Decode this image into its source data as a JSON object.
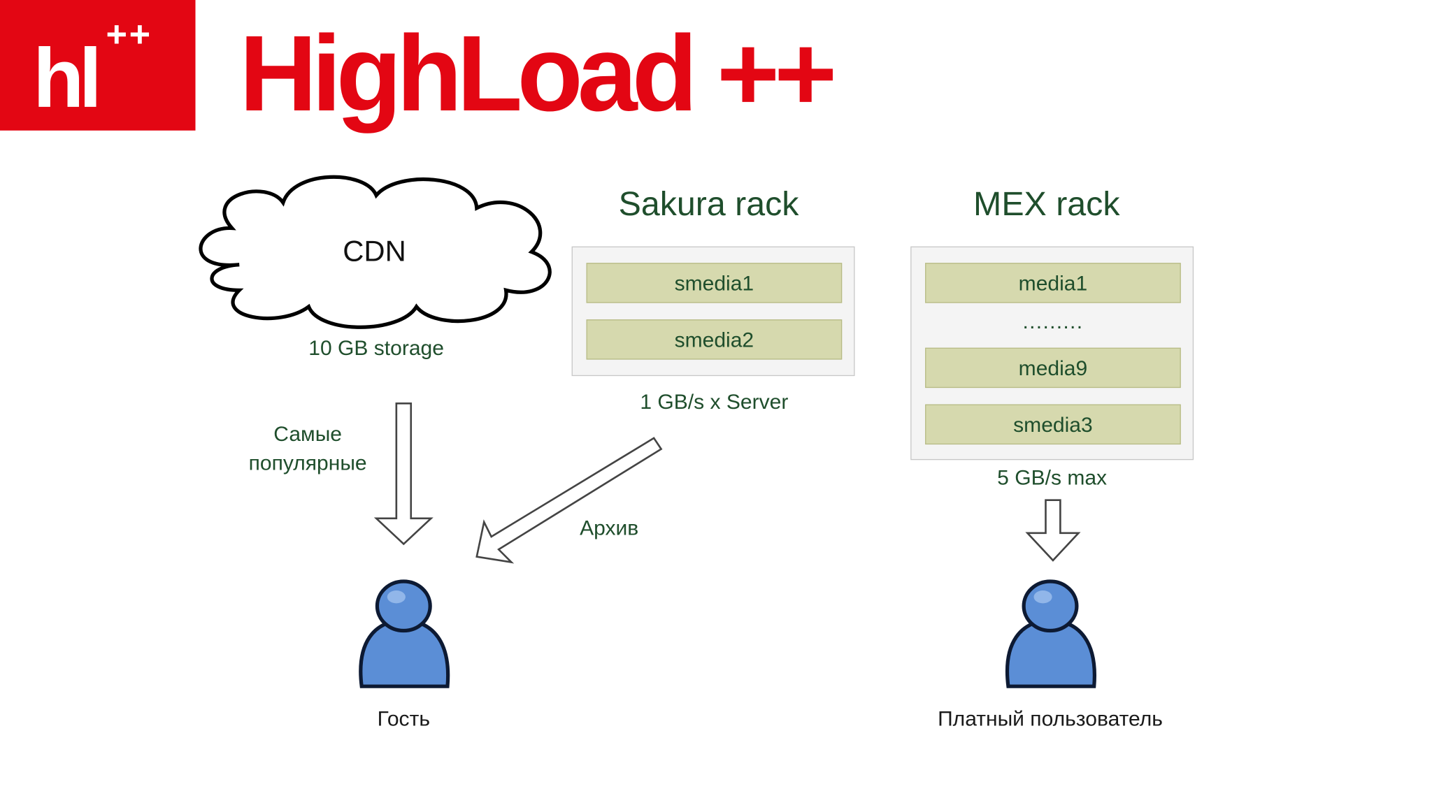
{
  "logo": {
    "mark": "hl",
    "superscript": "++",
    "brand": "HighLoad ++"
  },
  "cdn": {
    "label": "CDN",
    "caption": "10 GB storage"
  },
  "sakura": {
    "title": "Sakura rack",
    "servers": [
      "smedia1",
      "smedia2"
    ],
    "caption": "1 GB/s x Server"
  },
  "mex": {
    "title": "MEX rack",
    "servers": [
      "media1",
      "media9",
      "smedia3"
    ],
    "ellipsis": ".........",
    "caption": "5 GB/s max"
  },
  "arrows": {
    "popular_line1": "Самые",
    "popular_line2": "популярные",
    "archive": "Архив"
  },
  "users": {
    "guest": "Гость",
    "paid": "Платный пользователь"
  },
  "colors": {
    "brand_red": "#e30613",
    "text_green": "#1f4e2c",
    "server_fill": "#d6d9ae",
    "user_blue": "#5b8ed6"
  }
}
